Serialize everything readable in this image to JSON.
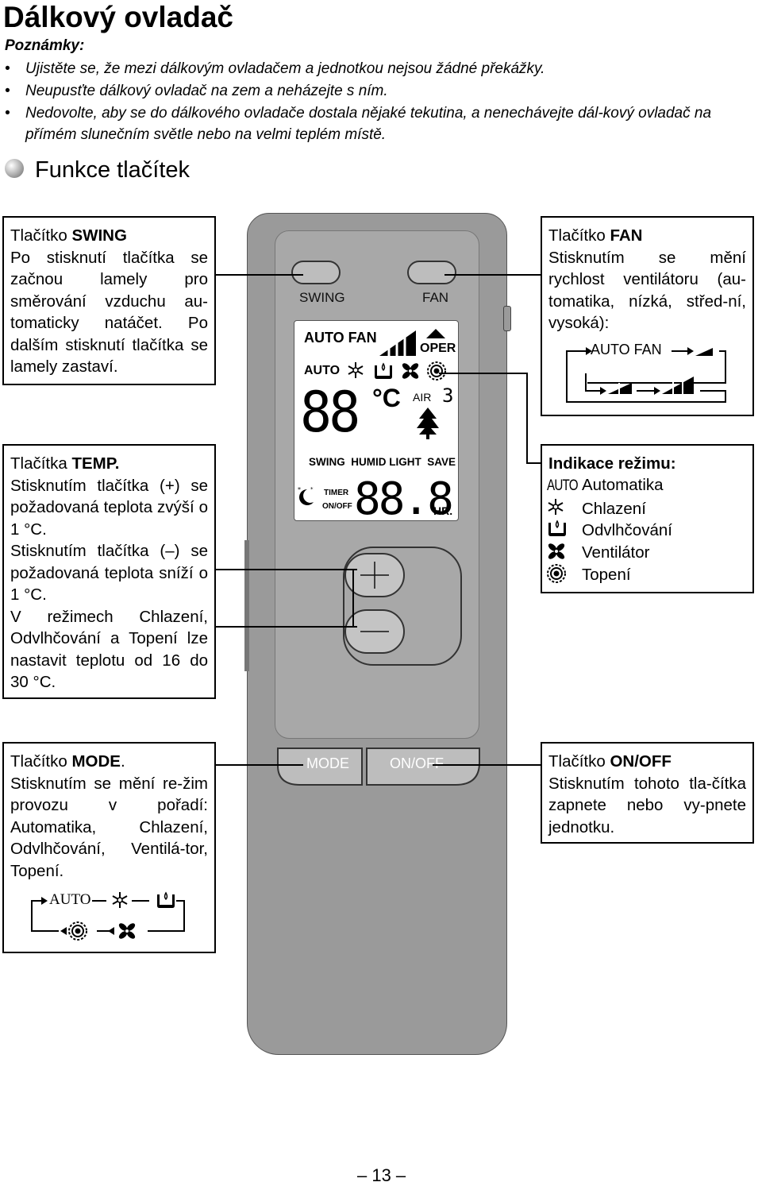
{
  "title": "Dálkový ovladač",
  "notes": {
    "heading": "Poznámky:",
    "items": [
      "Ujistěte se, že mezi dálkovým ovladačem a jednotkou nejsou žádné překážky.",
      "Neupusťte dálkový ovladač na zem a neházejte s ním.",
      "Nedovolte, aby se do dálkového ovladače dostala nějaké tekutina, a nenechávejte dál-kový ovladač na přímém slunečním světle nebo na velmi teplém místě."
    ]
  },
  "section_title": "Funkce tlačítek",
  "boxes": {
    "swing": {
      "pre": "Tlačítko ",
      "name": "SWING",
      "text": "Po stisknutí tlačítka se začnou lamely pro směrování vzduchu au-tomaticky natáčet. Po dalším stisknutí tlačítka se lamely zastaví."
    },
    "fan": {
      "pre": "Tlačítko ",
      "name": "FAN",
      "text": "Stisknutím se mění rychlost ventilátoru (au-tomatika, nízká, střed-ní, vysoká):",
      "cycle_label": "AUTO FAN"
    },
    "temp": {
      "pre": "Tlačítka ",
      "name": "TEMP.",
      "text1": "Stisknutím tlačítka (+) se požadovaná teplota zvýší o 1 °C.",
      "text2": "Stisknutím tlačítka (–) se požadovaná teplota sníží o 1 °C.",
      "text3": "V režimech Chlazení, Odvlhčování a Topení lze nastavit teplotu od 16 do 30 °C."
    },
    "mode_indicator": {
      "heading": "Indikace režimu:",
      "items": [
        "Automatika",
        "Chlazení",
        "Odvlhčování",
        "Ventilátor",
        "Topení"
      ],
      "auto_glyph": "AUTO"
    },
    "mode": {
      "pre": "Tlačítko ",
      "name": "MODE",
      "post": ".",
      "text": "Stisknutím se mění re-žim provozu v pořadí: Automatika, Chlazení, Odvlhčování, Ventilá-tor, Topení.",
      "cycle_auto": "AUTO"
    },
    "onoff": {
      "pre": "Tlačítko ",
      "name": "ON/OFF",
      "text": "Stisknutím tohoto tla-čítka zapnete nebo vy-pnete jednotku."
    }
  },
  "remote": {
    "swing_label": "SWING",
    "fan_label": "FAN",
    "mode_label": "MODE",
    "onoff_label": "ON/OFF",
    "lcd": {
      "auto_fan": "AUTO  FAN",
      "oper": "OPER",
      "auto": "AUTO",
      "temp_digits": "88",
      "deg_c": "°C",
      "air": "AIR",
      "air_digit": "3",
      "row_labels": "SWING  HUMID LIGHT  SAVE",
      "timer": "TIMER",
      "onoff": "ON/OFF",
      "hours_digits": "88.8",
      "hr": "HR."
    }
  },
  "page_number": "– 13 –"
}
